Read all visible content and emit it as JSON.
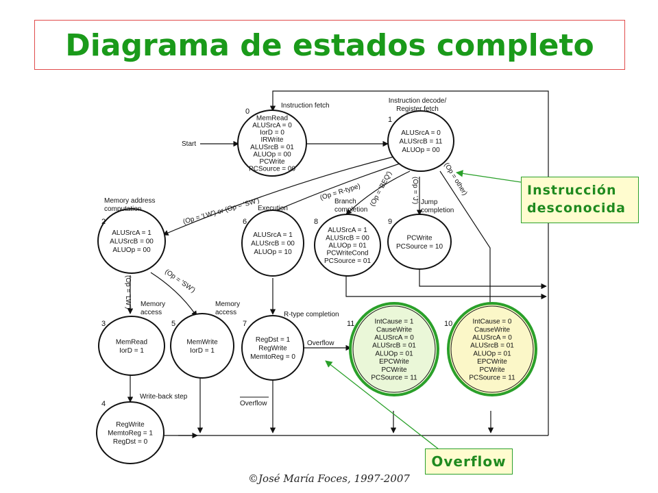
{
  "title": "Diagrama de estados completo",
  "start_label": "Start",
  "states": [
    {
      "id": "s0",
      "number": "0",
      "caption": [
        "Instruction fetch"
      ],
      "lines": [
        "MemRead",
        "ALUSrcA = 0",
        "IorD = 0",
        "IRWrite",
        "ALUSrcB = 01",
        "ALUOp = 00",
        "PCWrite",
        "PCSource = 00"
      ]
    },
    {
      "id": "s1",
      "number": "1",
      "caption": [
        "Instruction decode/",
        "Register fetch"
      ],
      "lines": [
        "ALUSrcA = 0",
        "ALUSrcB = 11",
        "ALUOp = 00"
      ]
    },
    {
      "id": "s2",
      "number": "2",
      "caption": [
        "Memory address",
        "computation"
      ],
      "lines": [
        "ALUSrcA = 1",
        "ALUSrcB = 00",
        "ALUOp = 00"
      ]
    },
    {
      "id": "s6",
      "number": "6",
      "caption": [
        "Execution"
      ],
      "lines": [
        "ALUSrcA = 1",
        "ALUSrcB = 00",
        "ALUOp = 10"
      ]
    },
    {
      "id": "s8",
      "number": "8",
      "caption": [
        "Branch",
        "completion"
      ],
      "lines": [
        "ALUSrcA = 1",
        "ALUSrcB = 00",
        "ALUOp = 01",
        "PCWriteCond",
        "PCSource = 01"
      ]
    },
    {
      "id": "s9",
      "number": "9",
      "caption": [
        "Jump",
        "completion"
      ],
      "lines": [
        "PCWrite",
        "PCSource = 10"
      ]
    },
    {
      "id": "s3",
      "number": "3",
      "caption": [
        "Memory",
        "access"
      ],
      "lines": [
        "MemRead",
        "IorD = 1"
      ]
    },
    {
      "id": "s5",
      "number": "5",
      "caption": [
        "Memory",
        "access"
      ],
      "lines": [
        "MemWrite",
        "IorD = 1"
      ]
    },
    {
      "id": "s7",
      "number": "7",
      "caption": [
        "R-type completion"
      ],
      "lines": [
        "RegDst = 1",
        "RegWrite",
        "MemtoReg = 0"
      ]
    },
    {
      "id": "s11",
      "number": "11",
      "caption": [],
      "lines": [
        "IntCause = 1",
        "CauseWrite",
        "ALUSrcA = 0",
        "ALUSrcB = 01",
        "ALUOp = 01",
        "EPCWrite",
        "PCWrite",
        "PCSource = 11"
      ]
    },
    {
      "id": "s10",
      "number": "10",
      "caption": [],
      "lines": [
        "IntCause = 0",
        "CauseWrite",
        "ALUSrcA = 0",
        "ALUSrcB = 01",
        "ALUOp = 01",
        "EPCWrite",
        "PCWrite",
        "PCSource = 11"
      ]
    },
    {
      "id": "s4",
      "number": "4",
      "caption": [
        "Write-back step"
      ],
      "lines": [
        "RegWrite",
        "MemtoReg = 1",
        "RegDst = 0"
      ]
    }
  ],
  "transitions": {
    "lw_sw": "(Op = 'LW') or (Op = 'SW')",
    "rtype": "(Op = R-type)",
    "beq": "(Op = 'BEQ')",
    "jump": "(Op = 'J')",
    "other": "(Op = other)",
    "lw": "(Op = 'LW')",
    "sw": "(Op = 'SW')",
    "overflow": "Overflow",
    "not_overflow": "Overflow"
  },
  "callouts": {
    "unknown_instruction": [
      "Instrucción",
      "desconocida"
    ],
    "overflow": "Overflow"
  },
  "colors": {
    "title": "#1a9a1a",
    "title_border": "#e04a4a",
    "exception_state_11_fill": "#eaf7d8",
    "exception_state_10_fill": "#fbf7c8",
    "exception_border": "#2aa02a",
    "callout_fill": "#fffccf"
  },
  "copyright": "©José María Foces, 1997-2007"
}
